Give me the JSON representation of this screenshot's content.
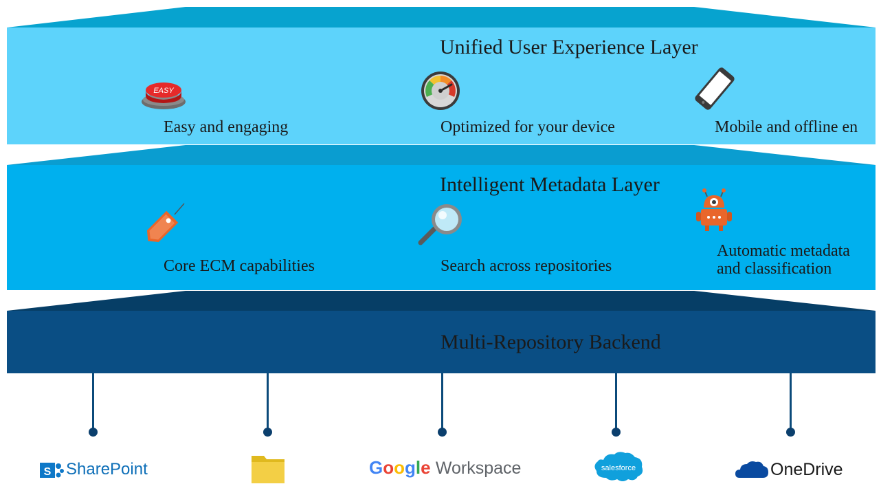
{
  "layers": {
    "ux": {
      "title": "Unified User Experience Layer",
      "features": [
        {
          "label": "Easy and engaging",
          "icon": "easy-button-icon"
        },
        {
          "label": "Optimized for your device",
          "icon": "speedometer-icon"
        },
        {
          "label": "Mobile and offline en",
          "icon": "smartphone-icon"
        }
      ],
      "easy_button_text": "EASY"
    },
    "metadata": {
      "title": "Intelligent Metadata Layer",
      "features": [
        {
          "label": "Core ECM capabilities",
          "icon": "tag-icon"
        },
        {
          "label": "Search across repositories",
          "icon": "magnifier-icon"
        },
        {
          "label_line1": "Automatic metadata",
          "label_line2": "and classification",
          "icon": "robot-icon"
        }
      ]
    },
    "backend": {
      "title": "Multi-Repository Backend"
    }
  },
  "repositories": {
    "sharepoint": {
      "name": "SharePoint",
      "badge": "S"
    },
    "folder": {
      "icon": "folder-icon"
    },
    "google": {
      "name_part1": "Google",
      "name_part2": "Workspace"
    },
    "salesforce": {
      "name": "salesforce"
    },
    "onedrive": {
      "name": "OneDrive"
    }
  },
  "colors": {
    "top_layer": "#5dd3fb",
    "middle_layer": "#00b0ee",
    "backend_layer": "#0a4e84",
    "connector": "#0b4a7a"
  }
}
